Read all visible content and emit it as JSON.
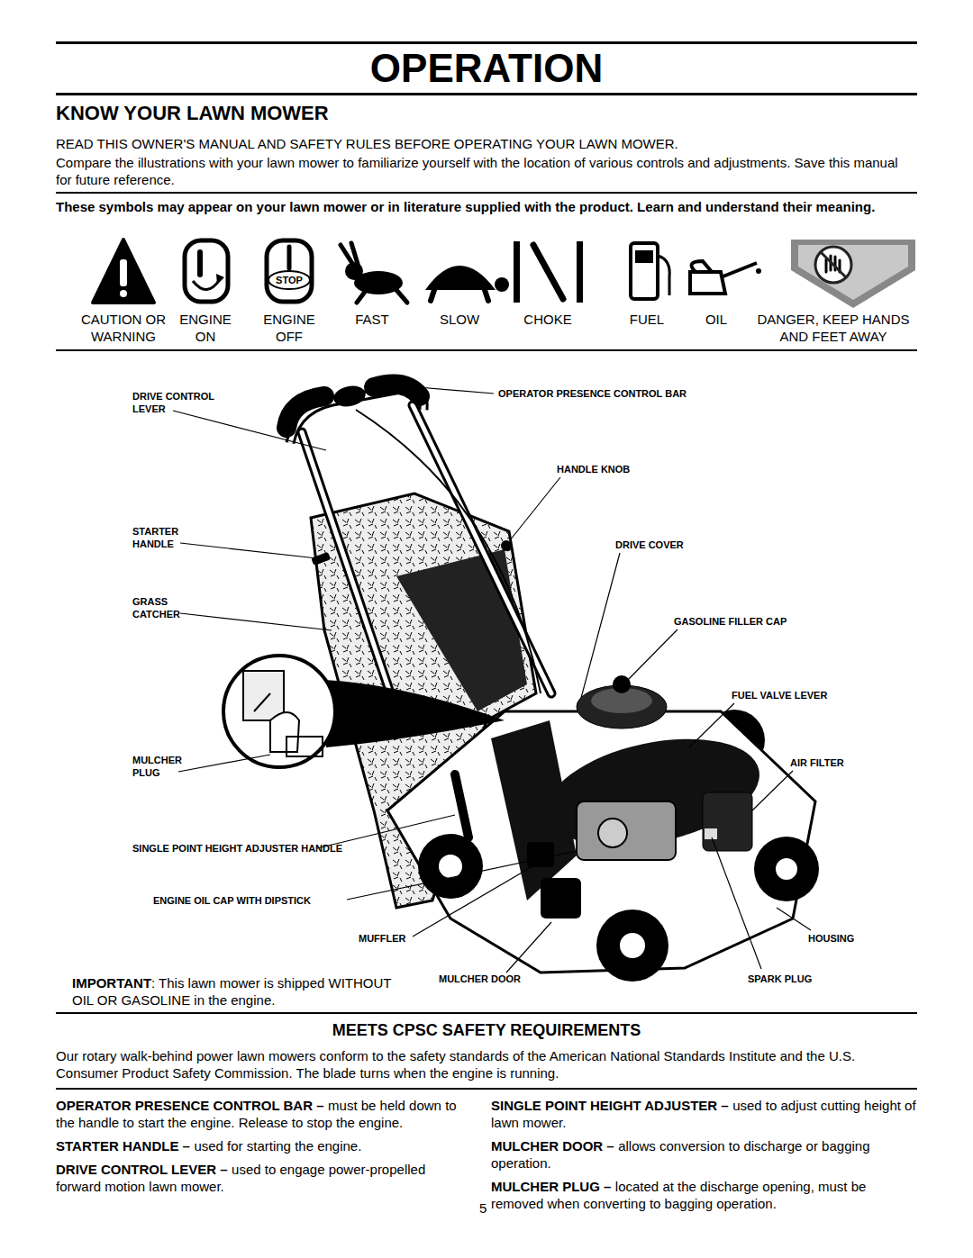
{
  "diagram": {
    "title": "OPERATION",
    "labels": [
      "KNOW YOUR LAWN MOWER",
      "READ THIS OWNER'S MANUAL AND SAFETY RULES BEFORE OPERATING YOUR LAWN MOWER.",
      "Compare the illustrations with your lawn mower to familiarize yourself with the location of various controls and adjustments. Save this manual for future reference.",
      "These symbols may appear on your lawn mower or in literature supplied with the product. Learn and understand their meaning.",
      "STOP",
      "CAUTION OR WARNING",
      "ENGINE ON",
      "ENGINE OFF",
      "FAST",
      "SLOW",
      "CHOKE",
      "FUEL",
      "OIL",
      "DANGER, KEEP HANDS AND FEET AWAY",
      "DRIVE CONTROL LEVER",
      "OPERATOR PRESENCE CONTROL BAR",
      "HANDLE KNOB",
      "STARTER HANDLE",
      "DRIVE COVER",
      "GRASS CATCHER",
      "GASOLINE FILLER CAP",
      "FUEL VALVE LEVER",
      "MULCHER PLUG",
      "AIR FILTER",
      "SINGLE POINT HEIGHT ADJUSTER HANDLE",
      "ENGINE OIL CAP WITH DIPSTICK",
      "MUFFLER",
      "HOUSING",
      "MULCHER DOOR",
      "SPARK PLUG",
      "IMPORTANT",
      ": This lawn mower is shipped WITHOUT OIL OR GASOLINE in the engine.",
      "MEETS CPSC SAFETY REQUIREMENTS",
      "Our rotary walk-behind power lawn mowers conform to the safety standards of the American National Standards Institute and the U.S. Consumer Product Safety Commission. The blade turns when the engine is running.",
      "OPERATOR PRESENCE CONTROL BAR –",
      "must be held down to the handle to start the engine. Release to stop the engine.",
      "STARTER HANDLE –",
      "used for starting the engine.",
      "DRIVE CONTROL LEVER –",
      "used to engage power-propelled forward motion lawn mower.",
      "SINGLE POINT HEIGHT ADJUSTER –",
      "used to adjust cutting height of lawn mower.",
      "MULCHER DOOR –",
      "allows conversion to discharge or bagging operation.",
      "MULCHER PLUG –",
      "located at the discharge opening, must be removed when converting to bagging operation.",
      "5"
    ]
  }
}
